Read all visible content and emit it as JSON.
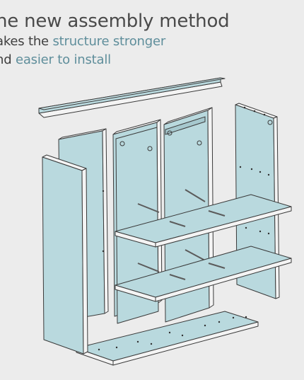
{
  "headline": {
    "line1": "he new assembly method",
    "line2_prefix": "akes the ",
    "line2_highlight": "structure stronger",
    "line3_prefix": "nd ",
    "line3_highlight": "easier to install"
  },
  "colors": {
    "background": "#ececec",
    "panel_fill": "#b9d9de",
    "edge": "#f4f4f4",
    "outline": "#3a3a3a",
    "accent_text": "#5f8e9b"
  },
  "diagram": {
    "type": "exploded-view",
    "parts": [
      "top-panel",
      "left-side-panel",
      "left-back-panel",
      "inner-divider-left",
      "inner-divider-right",
      "right-side-panel",
      "upper-shelf",
      "lower-shelf",
      "bottom-panel"
    ]
  }
}
